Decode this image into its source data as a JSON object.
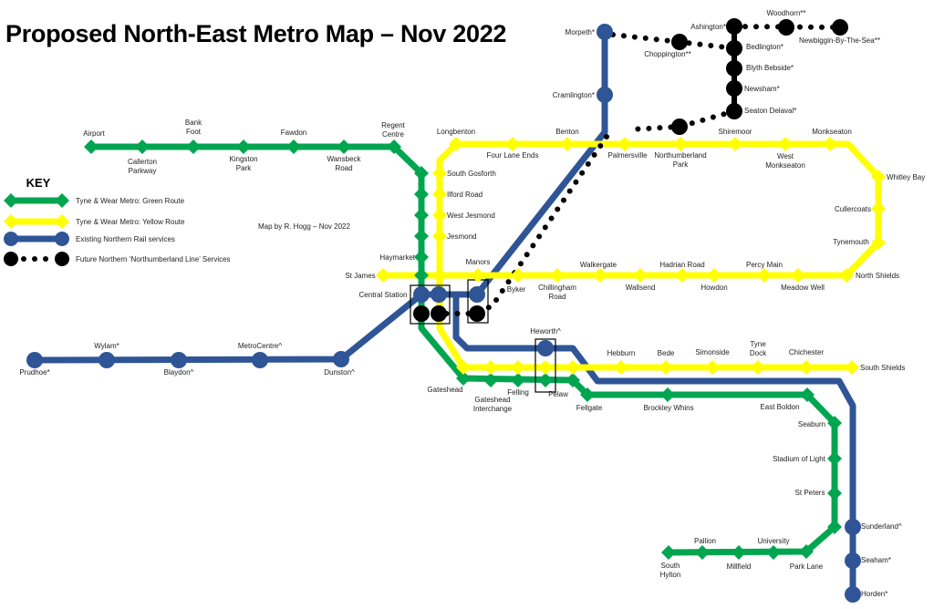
{
  "title": "Proposed North-East Metro Map – Nov 2022",
  "credit": "Map by R. Hogg – Nov 2022",
  "colors": {
    "green": "#00A550",
    "yellow": "#FFFF00",
    "blue": "#2F5597",
    "black": "#000000"
  },
  "key": {
    "title": "KEY",
    "items": [
      "Tyne & Wear Metro: Green Route",
      "Tyne & Wear Metro: Yellow Route",
      "Existing Northern Rail services",
      "Future Northern ‘Northumberland Line’ Services"
    ]
  },
  "stations": {
    "green": [
      "Airport",
      "Callerton\nParkway",
      "Bank\nFoot",
      "Kingston\nPark",
      "Fawdon",
      "Wansbeck\nRoad",
      "Regent\nCentre",
      "Haymarket",
      "Gateshead",
      "Gateshead\nInterchange",
      "Felling",
      "Pelaw",
      "Fellgate",
      "Brockley Whins",
      "East Boldon",
      "Seaburn",
      "Stadium of Light",
      "St Peters",
      "Park Lane",
      "University",
      "Millfield",
      "Pallion",
      "South\nHylton"
    ],
    "yellow": [
      "Longbenton",
      "Four Lane Ends",
      "Benton",
      "Palmersville",
      "Northumberland\nPark",
      "Shiremoor",
      "West\nMonkseaton",
      "Monkseaton",
      "Whitley Bay",
      "Cullercoats",
      "Tynemouth",
      "North Shields",
      "Meadow Well",
      "Percy Main",
      "Howdon",
      "Hadrian Road",
      "Wallsend",
      "Walkergate",
      "Chillingham\nRoad",
      "Byker",
      "Manors",
      "St James",
      "South Gosforth",
      "Ilford Road",
      "West Jesmond",
      "Jesmond",
      "Central Station",
      "Hebburn",
      "Bede",
      "Simonside",
      "Tyne\nDock",
      "Chichester",
      "South Shields"
    ],
    "blue": [
      "Morpeth*",
      "Cramlington*",
      "Dunston^",
      "MetroCentre^",
      "Blaydon^",
      "Wylam*",
      "Prudhoe*",
      "Heworth^",
      "Sunderland^",
      "Seaham*",
      "Horden*"
    ],
    "black": [
      "Choppington**",
      "Ashington*",
      "Woodhorn**",
      "Newbiggin-By-The-Sea**",
      "Bedlington*",
      "Blyth Bebside*",
      "Newsham*",
      "Seaton Delaval*"
    ]
  }
}
